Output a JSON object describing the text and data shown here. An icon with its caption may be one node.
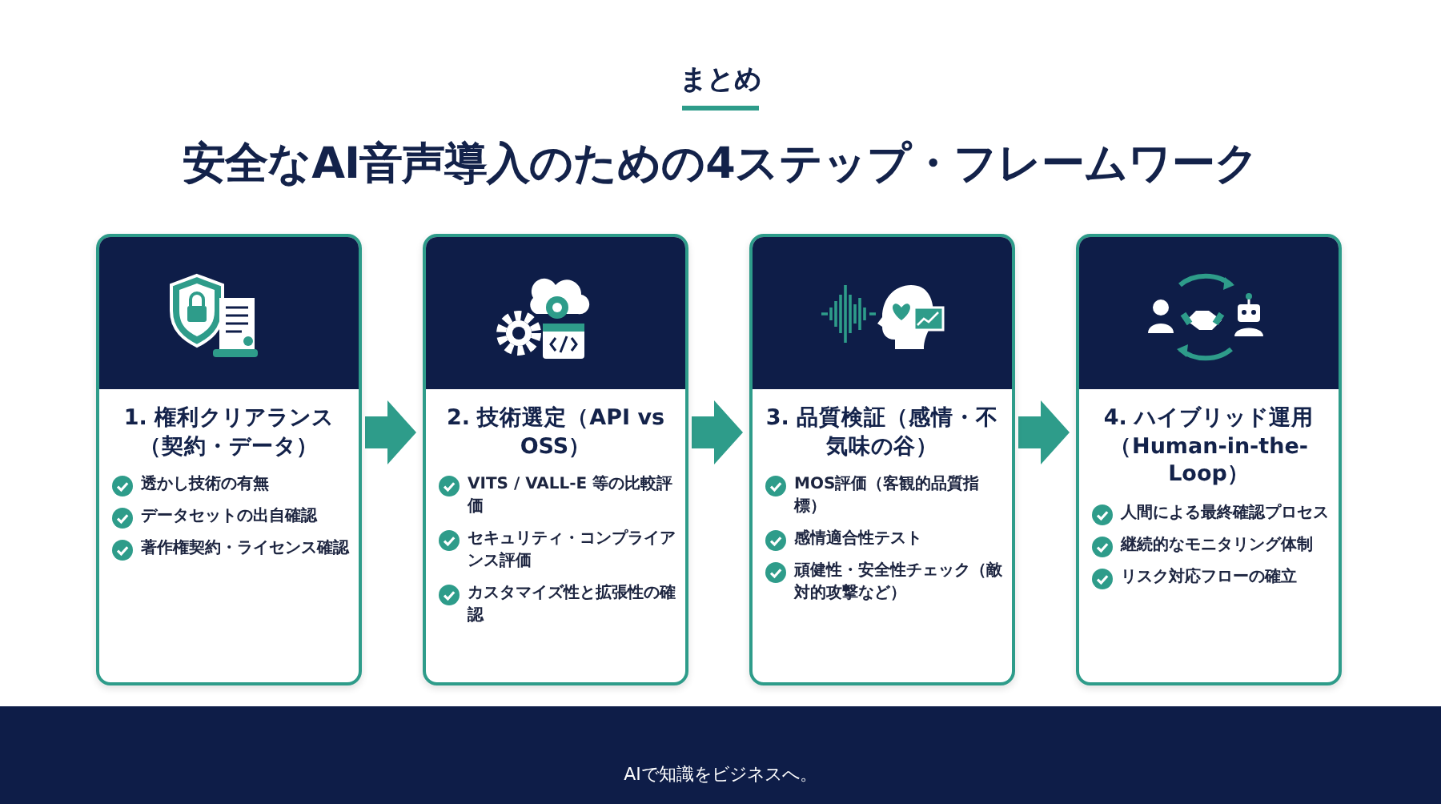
{
  "diagram": {
    "title": "安全なAI音声導入のための4ステップ・フレームワーク",
    "nodes": [
      {
        "text": [
          "1. 権利クリアランス（契約・データ）",
          "透かし技術の有無",
          "データセットの出自確認",
          "著作権契約・ライセンス確認"
        ]
      },
      {
        "text": [
          "2. 技術選定（API vs OSS）",
          "VITS / VALL-E 等の比較評価",
          "セキュリティ・コンプライアンス評価",
          "カスタマイズ性と拡張性の確認"
        ]
      },
      {
        "text": [
          "3. 品質検証（感情・不気味の谷）",
          "MOS評価（客観的品質指標）",
          "感情適合性テスト",
          "頑健性・安全性チェック（敵対的攻撃など）"
        ]
      },
      {
        "text": [
          "4. ハイブリッド運用（Human-in-the-Loop）",
          "人間による最終確認プロセス",
          "継続的なモニタリング体制",
          "リスク対応フローの確立"
        ]
      }
    ],
    "edges": [
      {
        "from": 0,
        "to": 1,
        "arrow": "to"
      },
      {
        "from": 1,
        "to": 2,
        "arrow": "to"
      },
      {
        "from": 2,
        "to": 3,
        "arrow": "to"
      }
    ],
    "labels": [
      "まとめ",
      "AIで知識をビジネスへ。"
    ]
  }
}
